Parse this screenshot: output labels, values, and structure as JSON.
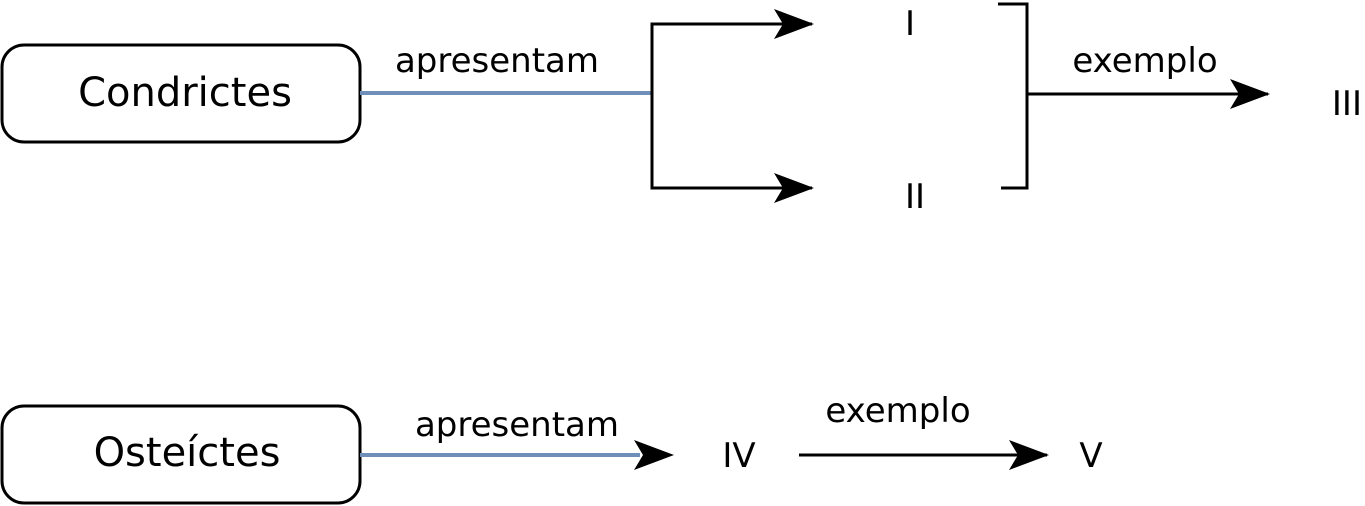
{
  "top_row": {
    "group_name": "Condrictes",
    "relation_label": "apresentam",
    "branch_upper": "I",
    "branch_lower": "II",
    "example_label": "exemplo",
    "example_target": "III"
  },
  "bottom_row": {
    "group_name": "Osteíctes",
    "relation_label": "apresentam",
    "feature": "IV",
    "example_label": "exemplo",
    "example_target": "V"
  },
  "colors": {
    "connector_line": "#6f8fb8",
    "arrow": "#000000",
    "box_border": "#000000"
  }
}
